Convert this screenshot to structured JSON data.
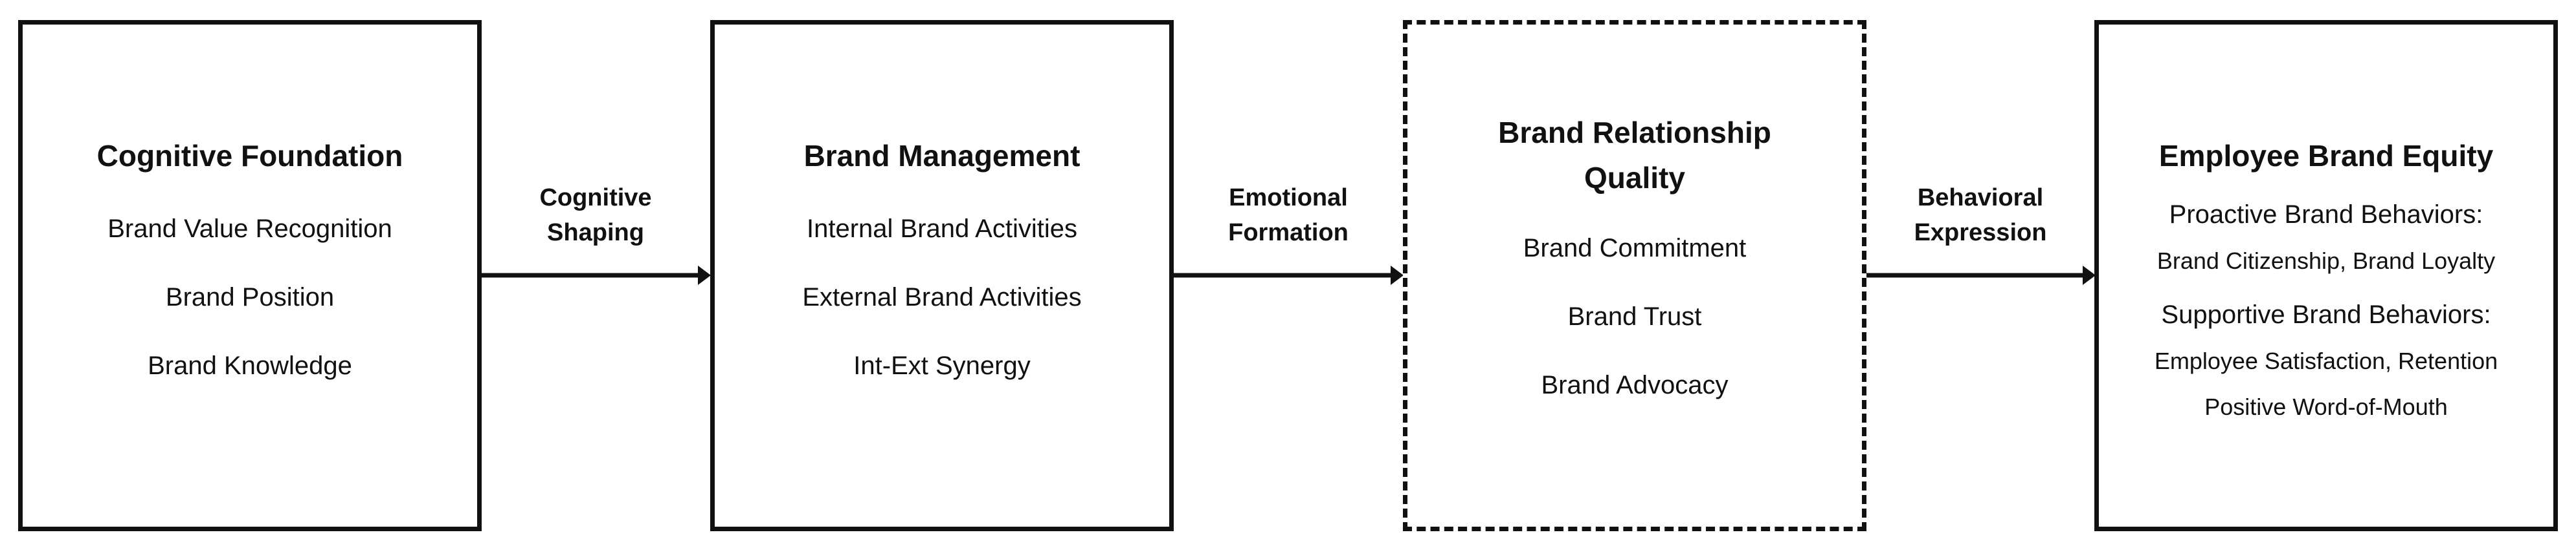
{
  "boxes": {
    "cognitive": {
      "title": "Cognitive Foundation",
      "items": [
        "Brand Value Recognition",
        "Brand Position",
        "Brand Knowledge"
      ]
    },
    "management": {
      "title": "Brand Management",
      "items": [
        "Internal Brand Activities",
        "External Brand Activities",
        "Int-Ext Synergy"
      ]
    },
    "relationship": {
      "title_lines": [
        "Brand Relationship",
        "Quality"
      ],
      "items": [
        "Brand Commitment",
        "Brand Trust",
        "Brand Advocacy"
      ]
    },
    "equity": {
      "title": "Employee Brand Equity",
      "proactive_heading": "Proactive Brand Behaviors:",
      "proactive_items": "Brand Citizenship, Brand Loyalty",
      "supportive_heading": "Supportive Brand Behaviors:",
      "supportive_items": [
        "Employee Satisfaction, Retention",
        "Positive Word-of-Mouth"
      ]
    }
  },
  "arrows": {
    "a1": [
      "Cognitive",
      "Shaping"
    ],
    "a2": [
      "Emotional",
      "Formation"
    ],
    "a3": [
      "Behavioral",
      "Expression"
    ]
  }
}
